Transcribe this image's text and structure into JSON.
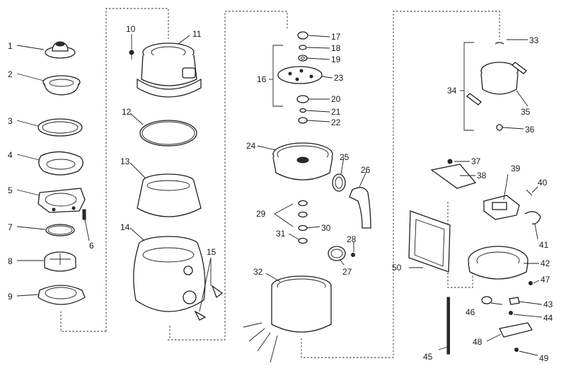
{
  "callouts": {
    "n1": "1",
    "n2": "2",
    "n3": "3",
    "n4": "4",
    "n5": "5",
    "n6": "6",
    "n7": "7",
    "n8": "8",
    "n9": "9",
    "n10": "10",
    "n11": "11",
    "n12": "12",
    "n13": "13",
    "n14": "14",
    "n15": "15",
    "n16": "16",
    "n17": "17",
    "n18": "18",
    "n19": "19",
    "n20": "20",
    "n21": "21",
    "n22": "22",
    "n23": "23",
    "n24": "24",
    "n25": "25",
    "n26": "26",
    "n27": "27",
    "n28": "28",
    "n29": "29",
    "n30": "30",
    "n31": "31",
    "n32": "32",
    "n33": "33",
    "n34": "34",
    "n35": "35",
    "n36": "36",
    "n37": "37",
    "n38": "38",
    "n39": "39",
    "n40": "40",
    "n41": "41",
    "n42": "42",
    "n43": "43",
    "n44": "44",
    "n45": "45",
    "n46": "46",
    "n47": "47",
    "n48": "48",
    "n49": "49",
    "n50": "50"
  },
  "colors": {
    "ink": "#1f1f1f",
    "paper": "#ffffff"
  }
}
